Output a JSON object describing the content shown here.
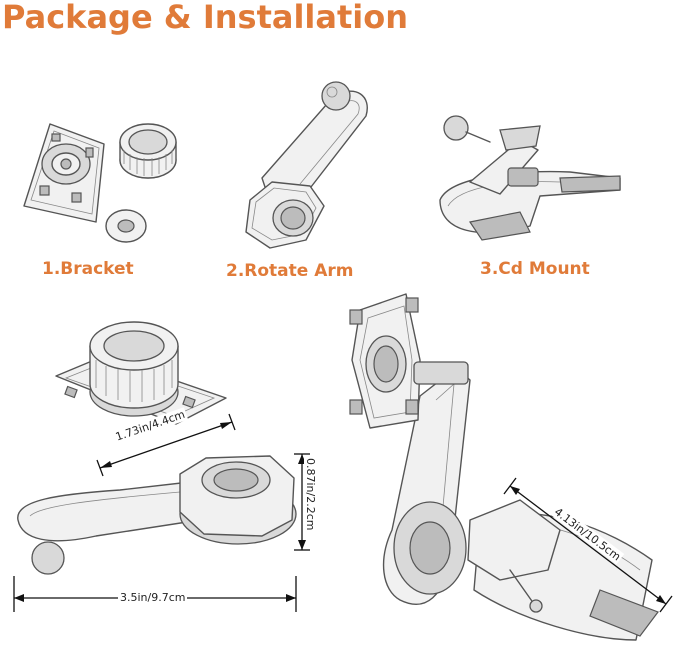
{
  "heading": "Package & Installation",
  "items": [
    {
      "label": "1.Bracket"
    },
    {
      "label": "2.Rotate Arm"
    },
    {
      "label": "3.Cd Mount"
    }
  ],
  "dimensions": {
    "bracket_width": "1.73in/4.4cm",
    "arm_height": "0.87in/2.2cm",
    "arm_length": "3.5in/9.7cm",
    "mount_length": "4.13in/10.5cm"
  },
  "colors": {
    "accent": "#e07b39",
    "line": "#555555"
  }
}
